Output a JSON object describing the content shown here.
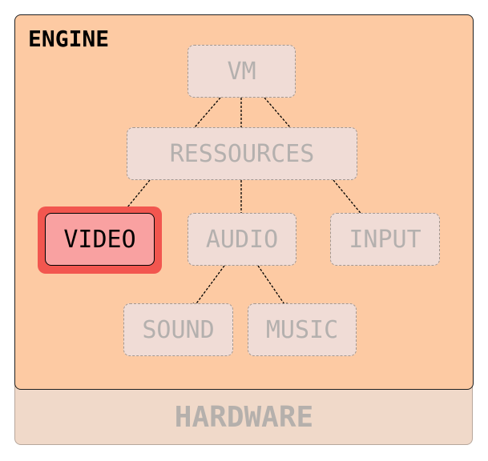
{
  "title": "ENGINE",
  "hardware_label": "HARDWARE",
  "nodes": {
    "vm": "VM",
    "ressources": "RESSOURCES",
    "video": "VIDEO",
    "audio": "AUDIO",
    "input": "INPUT",
    "sound": "SOUND",
    "music": "MUSIC"
  },
  "edges": [
    [
      "vm",
      "ressources"
    ],
    [
      "ressources",
      "video"
    ],
    [
      "ressources",
      "audio"
    ],
    [
      "ressources",
      "input"
    ],
    [
      "audio",
      "sound"
    ],
    [
      "audio",
      "music"
    ]
  ],
  "highlighted_node": "video",
  "colors": {
    "engine_bg": "#fdcaa3",
    "hardware_bg": "#f0d9c9",
    "node_bg": "#f0dcd6",
    "highlight_fill": "#f9a1a1",
    "highlight_halo": "#f2564f"
  }
}
